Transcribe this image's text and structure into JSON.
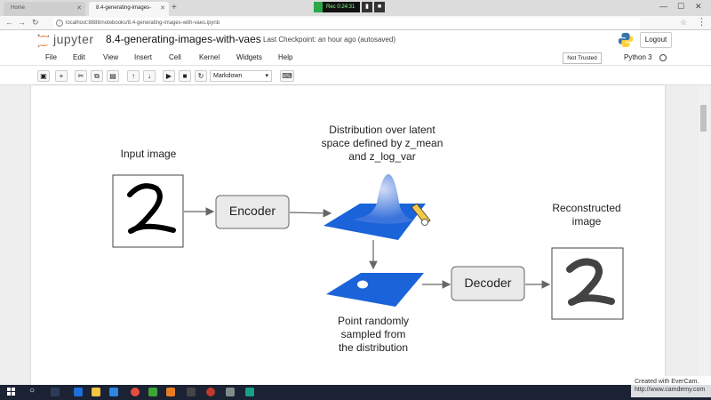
{
  "browser": {
    "tabs": [
      {
        "label": "Home",
        "active": false
      },
      {
        "label": "8.4-generating-images-",
        "active": true
      }
    ],
    "recorder_label": "Rec 0:24:31",
    "url": "localhost:8888/notebooks/8.4-generating-images-with-vaes.ipynb"
  },
  "jupyter": {
    "logo_text": "jupyter",
    "notebook_title": "8.4-generating-images-with-vaes",
    "checkpoint": "Last Checkpoint: an hour ago (autosaved)",
    "logout_label": "Logout",
    "menu": [
      "File",
      "Edit",
      "View",
      "Insert",
      "Cell",
      "Kernel",
      "Widgets",
      "Help"
    ],
    "trust_label": "Not Trusted",
    "kernel_name": "Python 3",
    "cell_type": "Markdown"
  },
  "diagram": {
    "input_label": "Input image",
    "encoder_label": "Encoder",
    "distribution_label": [
      "Distribution over latent",
      "space defined by z_mean",
      "and z_log_var"
    ],
    "decoder_label": "Decoder",
    "point_label": [
      "Point randomly",
      "sampled from",
      "the distribution"
    ],
    "reconstructed_label": [
      "Reconstructed",
      "image"
    ],
    "colors": {
      "plane": "#1a63d8",
      "gaussian_top": "#b9c8f0",
      "box_fill": "#eaeaea"
    }
  },
  "watermark": [
    "Created with EverCam.",
    "http://www.camdemy.com"
  ]
}
